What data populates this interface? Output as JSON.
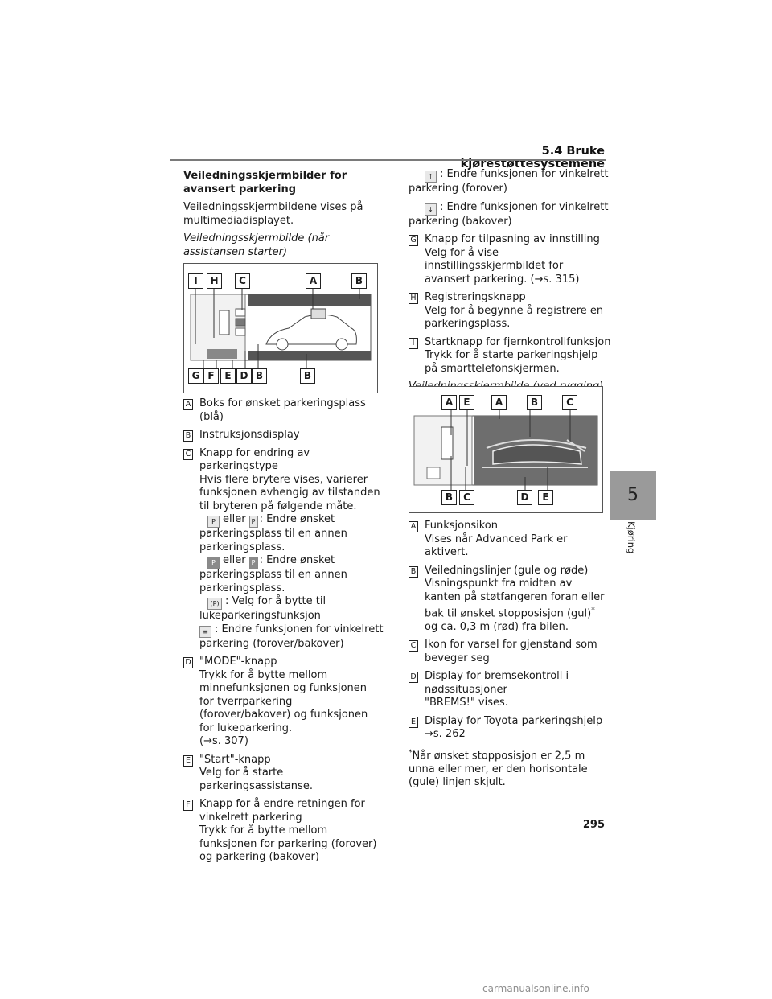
{
  "header": {
    "section": "5.4  Bruke kjørestøttesystemene"
  },
  "side_tab": {
    "chapter": "5",
    "label": "Kjøring"
  },
  "page_number": "295",
  "watermark": "carmanualsonline.info",
  "col1": {
    "title": "Veiledningsskjermbilder for avansert parkering",
    "intro": "Veiledningsskjermbildene vises på multimediadisplayet.",
    "fig1_caption": "Veiledningsskjermbilde (når assistansen starter)",
    "fig1_labels_top": [
      "I",
      "H",
      "C",
      "A",
      "B"
    ],
    "fig1_labels_bottom": [
      "G",
      "F",
      "E",
      "D",
      "B",
      "B"
    ],
    "items": {
      "A": {
        "label": "A",
        "title": "Boks for ønsket parkeringsplass (blå)"
      },
      "B": {
        "label": "B",
        "title": "Instruksjonsdisplay"
      },
      "C": {
        "label": "C",
        "title": "Knapp for endring av parkeringstype",
        "body": "Hvis flere brytere vises, varierer funksjonen avhengig av tilstanden til bryteren på følgende måte.",
        "s1": "eller",
        "s1b": ": Endre ønsket parkeringsplass til en annen parkeringsplass.",
        "s2": "eller",
        "s2b": ": Endre ønsket parkeringsplass til en annen parkeringsplass.",
        "s3": ": Velg for å bytte til lukeparkeringsfunksjon",
        "s4": ": Endre funksjonen for vinkelrett parkering (forover/bakover)"
      },
      "D": {
        "label": "D",
        "title": "\"MODE\"-knapp",
        "body": "Trykk for å bytte mellom minnefunksjonen og funksjonen for tverrparkering (forover/bakover) og funksjonen for lukeparkering.",
        "ref": "(→s. 307)"
      },
      "E": {
        "label": "E",
        "title": "\"Start\"-knapp",
        "body": "Velg for å starte parkeringsassistanse."
      },
      "F": {
        "label": "F",
        "title": "Knapp for å endre retningen for vinkelrett parkering",
        "body": "Trykk for å bytte mellom funksjonen for parkering (forover) og parkering (bakover)"
      }
    }
  },
  "col2": {
    "f1": ": Endre funksjonen for vinkelrett parkering (forover)",
    "f2": ": Endre funksjonen for vinkelrett parkering (bakover)",
    "items": {
      "G": {
        "label": "G",
        "title": "Knapp for tilpasning av innstilling",
        "body": "Velg for å vise innstillingsskjermbildet for avansert parkering. (→s. 315)"
      },
      "H": {
        "label": "H",
        "title": "Registreringsknapp",
        "body": "Velg for å begynne å registrere en parkeringsplass."
      },
      "I": {
        "label": "I",
        "title": "Startknapp for fjernkontrollfunksjon",
        "body": "Trykk for å starte parkeringshjelp på smarttelefonskjermen."
      }
    },
    "fig2_caption": "Veiledningsskjermbilde (ved rygging)",
    "fig2_labels_top": [
      "A",
      "E",
      "A",
      "B",
      "C"
    ],
    "fig2_labels_bottom": [
      "B",
      "C",
      "D",
      "E"
    ],
    "items2": {
      "A": {
        "label": "A",
        "title": "Funksjonsikon",
        "body": "Vises når Advanced Park er aktivert."
      },
      "B": {
        "label": "B",
        "title": "Veiledningslinjer (gule og røde)",
        "body": "Visningspunkt fra midten av kanten på støtfangeren foran eller bak til ønsket stopposisjon (gul)",
        "body2": " og ca. 0,3 m (rød) fra bilen."
      },
      "C": {
        "label": "C",
        "title": "Ikon for varsel for gjenstand som beveger seg"
      },
      "D": {
        "label": "D",
        "title": "Display for bremsekontroll i nødssituasjoner",
        "body": "\"BREMS!\" vises."
      },
      "E": {
        "label": "E",
        "title": "Display for Toyota parkeringshjelp",
        "body": "→s. 262"
      }
    },
    "footnote_mark": "*",
    "footnote": "Når ønsket stopposisjon er 2,5 m unna eller mer, er den horisontale (gule) linjen skjult."
  }
}
